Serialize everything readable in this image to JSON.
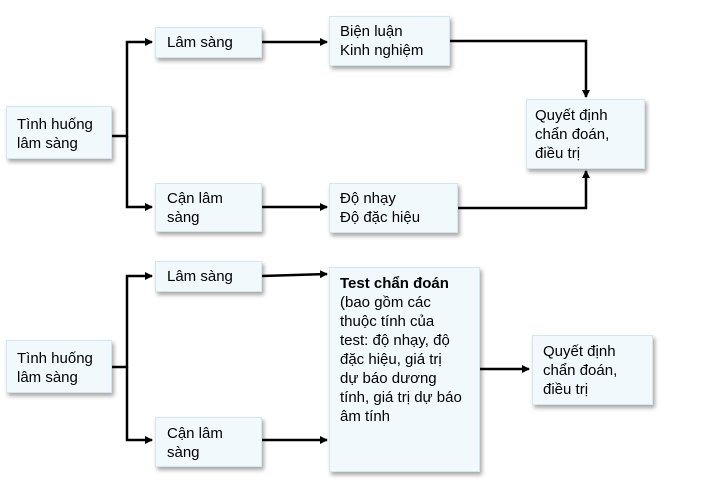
{
  "top": {
    "situation": "Tình huống\nlâm sàng",
    "clinical": "Lâm sàng",
    "paraclinical": "Cận lâm\nsàng",
    "reasoning": "Biện luận\nKinh nghiệm",
    "sensitivity": "Độ nhạy\nĐộ đặc hiệu",
    "decision": "Quyết định\nchẩn đoán,\nđiều trị"
  },
  "bottom": {
    "situation": "Tình huống\nlâm sàng",
    "clinical": "Lâm sàng",
    "paraclinical": "Cận lâm\nsàng",
    "test_title": "Test chẩn đoán",
    "test_body": "(bao gồm các\nthuộc tính của\ntest: độ nhạy, độ\nđặc hiệu, giá trị\ndự báo dương\ntính, giá trị dự báo\nâm tính",
    "decision": "Quyết định\nchẩn đoán,\nđiều trị"
  }
}
